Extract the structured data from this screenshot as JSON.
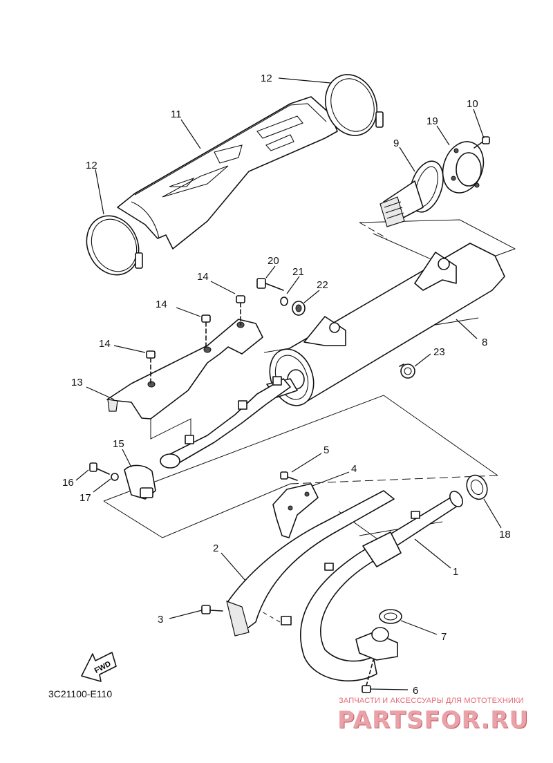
{
  "diagram": {
    "callouts": [
      {
        "id": "c1",
        "label": "1"
      },
      {
        "id": "c2",
        "label": "2"
      },
      {
        "id": "c3",
        "label": "3"
      },
      {
        "id": "c4",
        "label": "4"
      },
      {
        "id": "c5",
        "label": "5"
      },
      {
        "id": "c6",
        "label": "6"
      },
      {
        "id": "c7",
        "label": "7"
      },
      {
        "id": "c8",
        "label": "8"
      },
      {
        "id": "c9",
        "label": "9"
      },
      {
        "id": "c10",
        "label": "10"
      },
      {
        "id": "c11",
        "label": "11"
      },
      {
        "id": "c12a",
        "label": "12"
      },
      {
        "id": "c12b",
        "label": "12"
      },
      {
        "id": "c13",
        "label": "13"
      },
      {
        "id": "c14a",
        "label": "14"
      },
      {
        "id": "c14b",
        "label": "14"
      },
      {
        "id": "c14c",
        "label": "14"
      },
      {
        "id": "c15",
        "label": "15"
      },
      {
        "id": "c16",
        "label": "16"
      },
      {
        "id": "c17",
        "label": "17"
      },
      {
        "id": "c18",
        "label": "18"
      },
      {
        "id": "c19",
        "label": "19"
      },
      {
        "id": "c20",
        "label": "20"
      },
      {
        "id": "c21",
        "label": "21"
      },
      {
        "id": "c22",
        "label": "22"
      },
      {
        "id": "c23",
        "label": "23"
      }
    ],
    "fwd_label": "FWD",
    "drawing_code": "3C21100-E110"
  },
  "watermark": {
    "tagline": "ЗАПЧАСТИ И АКСЕССУАРЫ ДЛЯ МОТОТЕХНИКИ",
    "logo": "PARTSFOR.RU",
    "color": "#e46a73"
  }
}
